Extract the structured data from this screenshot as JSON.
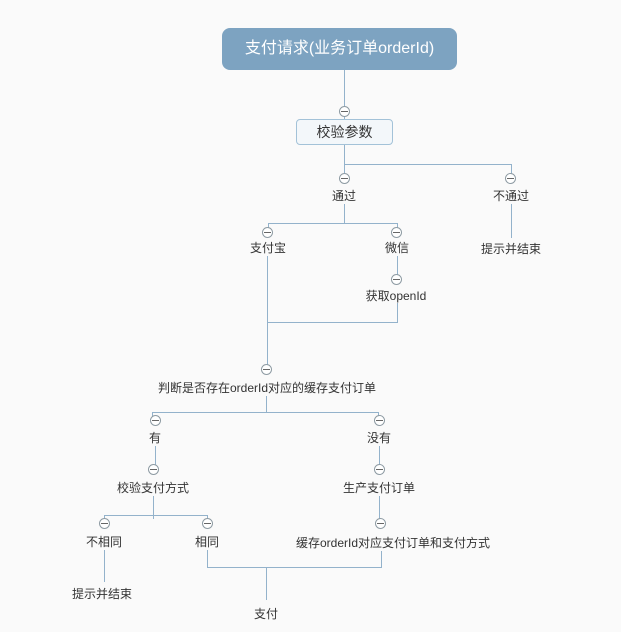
{
  "diagram": {
    "root": {
      "label": "支付请求(业务订单orderId)"
    },
    "nodes": {
      "validate_params": {
        "label": "校验参数"
      },
      "pass": {
        "label": "通过"
      },
      "fail": {
        "label": "不通过"
      },
      "alipay": {
        "label": "支付宝"
      },
      "wechat": {
        "label": "微信"
      },
      "fail_end": {
        "label": "提示并结束"
      },
      "get_openid": {
        "label": "获取openId"
      },
      "check_cached": {
        "label": "判断是否存在orderId对应的缓存支付订单"
      },
      "has": {
        "label": "有"
      },
      "has_not": {
        "label": "没有"
      },
      "verify_method": {
        "label": "校验支付方式"
      },
      "create_order": {
        "label": "生产支付订单"
      },
      "not_same": {
        "label": "不相同"
      },
      "same": {
        "label": "相同"
      },
      "cache_order": {
        "label": "缓存orderId对应支付订单和支付方式"
      },
      "notsame_end": {
        "label": "提示并结束"
      },
      "pay": {
        "label": "支付"
      }
    },
    "hierarchy": [
      {
        "from": "root",
        "to": [
          "validate_params"
        ]
      },
      {
        "from": "validate_params",
        "to": [
          "pass",
          "fail"
        ]
      },
      {
        "from": "pass",
        "to": [
          "alipay",
          "wechat"
        ]
      },
      {
        "from": "fail",
        "to": [
          "fail_end"
        ]
      },
      {
        "from": "wechat",
        "to": [
          "get_openid"
        ]
      },
      {
        "from": "alipay",
        "to": [
          "check_cached"
        ]
      },
      {
        "from": "get_openid",
        "to": [
          "check_cached"
        ]
      },
      {
        "from": "check_cached",
        "to": [
          "has",
          "has_not"
        ]
      },
      {
        "from": "has",
        "to": [
          "verify_method"
        ]
      },
      {
        "from": "has_not",
        "to": [
          "create_order"
        ]
      },
      {
        "from": "verify_method",
        "to": [
          "not_same",
          "same"
        ]
      },
      {
        "from": "create_order",
        "to": [
          "cache_order"
        ]
      },
      {
        "from": "not_same",
        "to": [
          "notsame_end"
        ]
      },
      {
        "from": "same",
        "to": [
          "pay"
        ]
      },
      {
        "from": "cache_order",
        "to": [
          "pay"
        ]
      }
    ],
    "colors": {
      "background": "#fafafa",
      "root_fill": "#7da3c1",
      "root_text": "#ffffff",
      "box_fill": "#f3f7fa",
      "box_border": "#a3c2d8",
      "connector": "#93b2cb",
      "node_text": "#333333",
      "collapse_icon_border": "#8e9ba3"
    }
  }
}
